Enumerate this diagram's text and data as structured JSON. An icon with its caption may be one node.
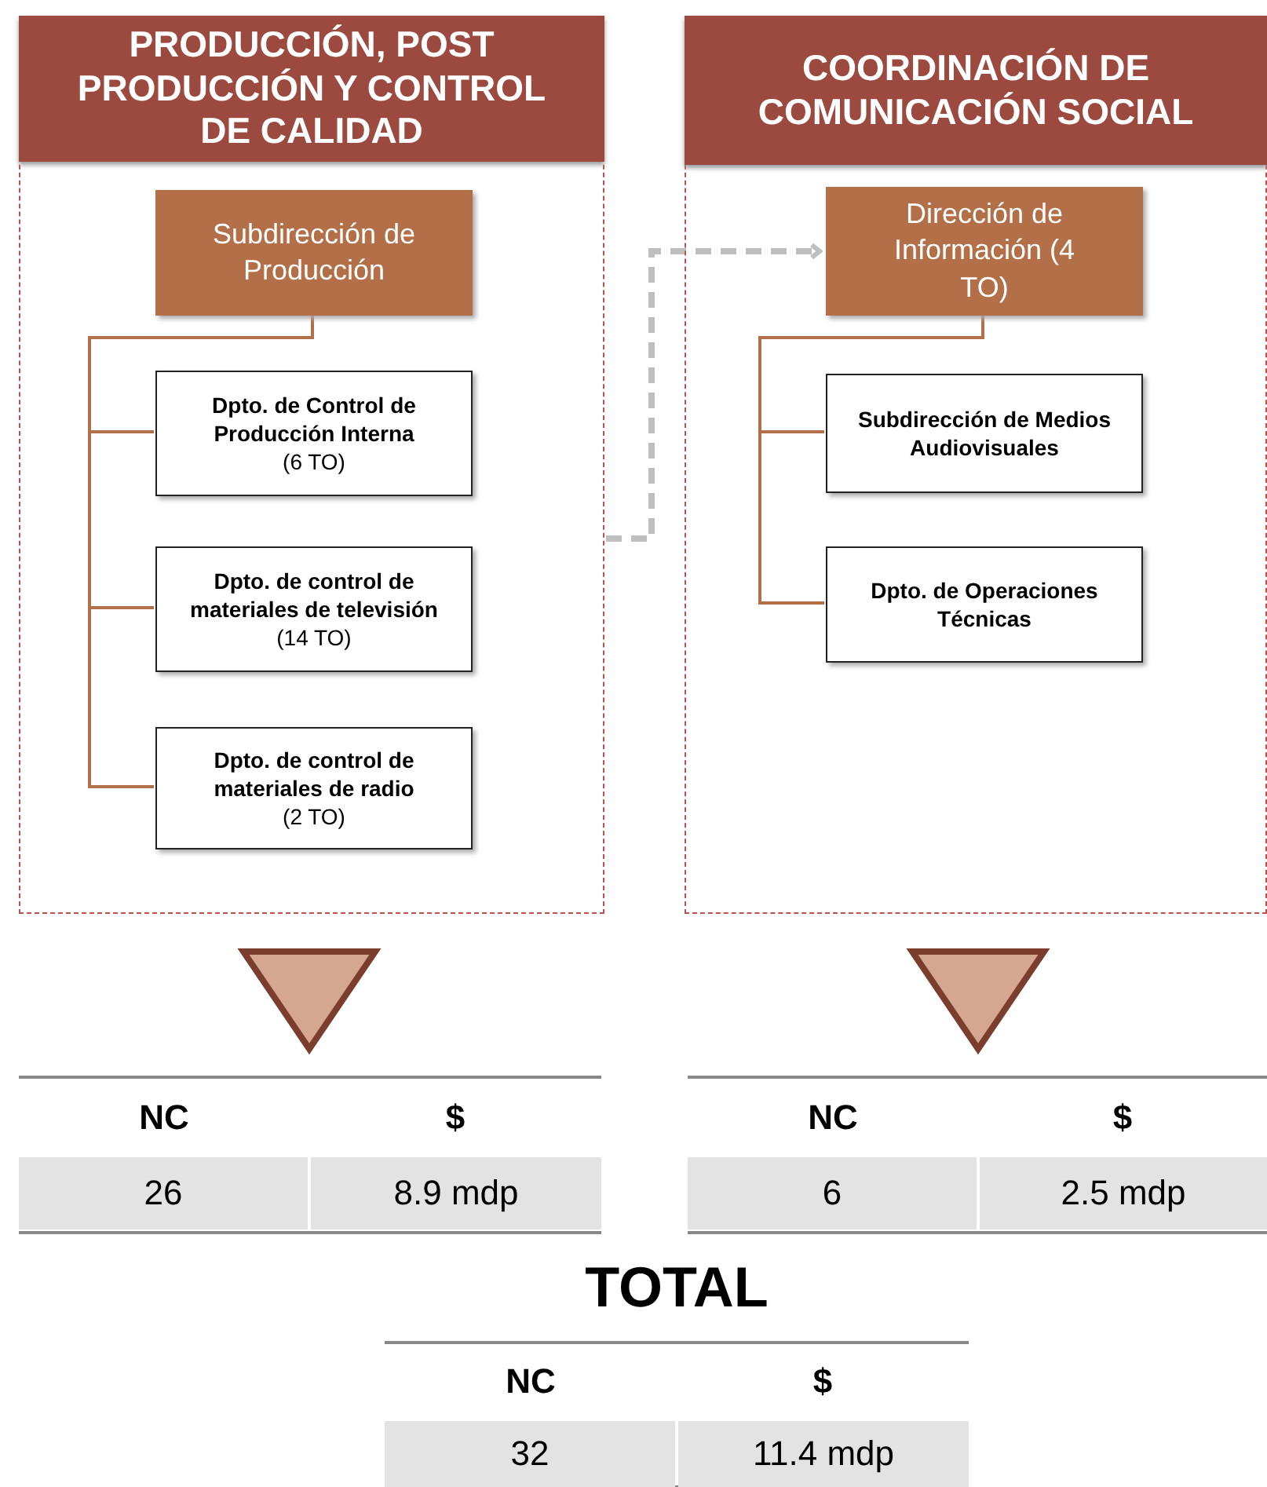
{
  "diagram": {
    "nodes": [
      {
        "text": [
          "PRODUCCIÓN, POST PRODUCCIÓN Y CONTROL DE CALIDAD"
        ]
      },
      {
        "text": [
          "Subdirección de Producción"
        ],
        "in": 0
      },
      {
        "text": [
          "Dpto. de Control de Producción Interna",
          "(6 TO)"
        ],
        "in": 0
      },
      {
        "text": [
          "Dpto. de control de materiales de televisión",
          "(14 TO)"
        ],
        "in": 0
      },
      {
        "text": [
          "Dpto. de control de materiales de radio",
          "(2 TO)"
        ],
        "in": 0
      },
      {
        "text": [
          "COORDINACIÓN DE COMUNICACIÓN SOCIAL"
        ]
      },
      {
        "text": [
          "Dirección de Información (4 TO)"
        ],
        "in": 5
      },
      {
        "text": [
          "Subdirección de Medios Audiovisuales"
        ],
        "in": 5
      },
      {
        "text": [
          "Dpto. de Operaciones Técnicas"
        ],
        "in": 5
      }
    ],
    "edges": [
      {
        "from": 1,
        "to": 2,
        "arrow": "none"
      },
      {
        "from": 1,
        "to": 3,
        "arrow": "none"
      },
      {
        "from": 1,
        "to": 4,
        "arrow": "none"
      },
      {
        "from": 6,
        "to": 7,
        "arrow": "none"
      },
      {
        "from": 6,
        "to": 8,
        "arrow": "none"
      },
      {
        "from": 0,
        "to": 6,
        "arrow": "to",
        "style": "dashed",
        "color": "#bfbfbf"
      }
    ],
    "labels": [
      "NC",
      "$",
      "26",
      "8.9 mdp",
      "NC",
      "$",
      "6",
      "2.5 mdp",
      "TOTAL",
      "NC",
      "$",
      "32",
      "11.4 mdp"
    ]
  }
}
